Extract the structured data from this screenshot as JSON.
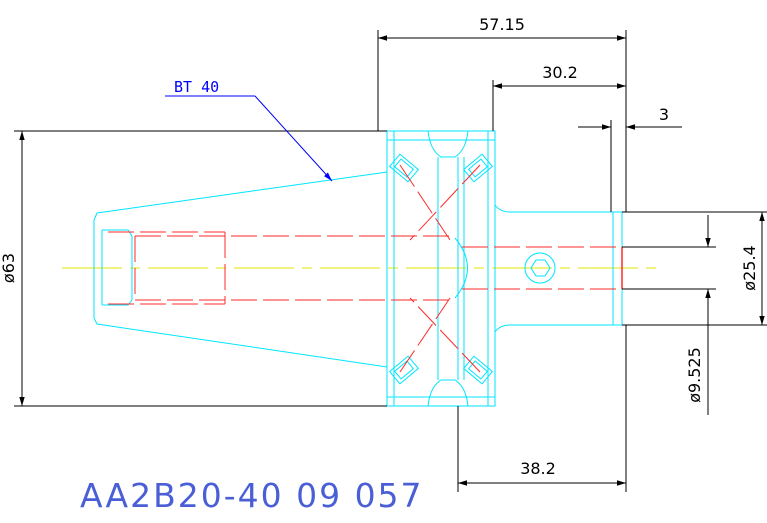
{
  "colors": {
    "outline": "#00e5ff",
    "hidden": "#ff2a2a",
    "centerline": "#e6e600",
    "dimension": "#000000",
    "callout": "#0000ff",
    "part_number": "#4a5fd6"
  },
  "dimensions": {
    "overall_length": "57.15",
    "flange_to_end": "30.2",
    "shank_step": "3",
    "gauge_length": "38.2",
    "flange_diameter": "ø63",
    "shank_diameter": "ø25.4",
    "bore_diameter": "ø9.525"
  },
  "callout": {
    "taper_label": "BT 40"
  },
  "part_number": "AA2B20-40 09 057"
}
